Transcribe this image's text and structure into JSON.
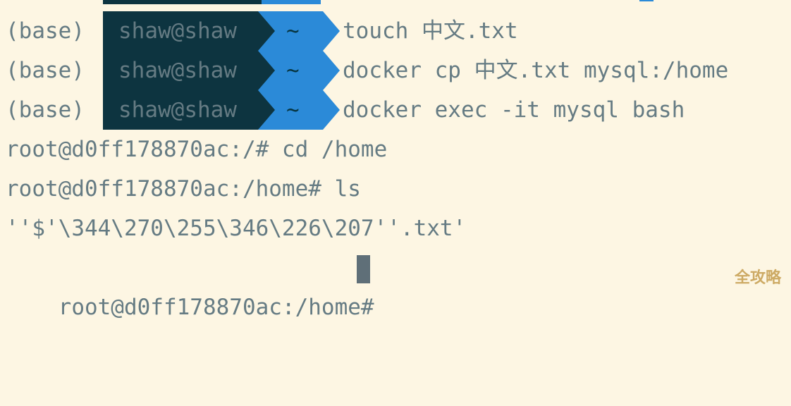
{
  "terminal": {
    "prompt_lines": [
      {
        "env": "(base)",
        "userhost": "shaw@shaw",
        "dir": "~",
        "command": "touch 中文.txt"
      },
      {
        "env": "(base)",
        "userhost": "shaw@shaw",
        "dir": "~",
        "command": "docker cp 中文.txt mysql:/home"
      },
      {
        "env": "(base)",
        "userhost": "shaw@shaw",
        "dir": "~",
        "command": "docker exec -it mysql bash"
      }
    ],
    "output_lines": [
      "root@d0ff178870ac:/# cd /home",
      "root@d0ff178870ac:/home# ls",
      "''$'\\344\\270\\255\\346\\226\\207''.txt'"
    ],
    "current_prompt": "root@d0ff178870ac:/home# "
  },
  "watermark": {
    "text": "全攻略"
  },
  "colors": {
    "background": "#fdf6e3",
    "text": "#657b83",
    "segment_userhost": "#0d3440",
    "segment_dir": "#2b8ad8",
    "cursor": "#5f6f78",
    "watermark": "#c8a257"
  }
}
